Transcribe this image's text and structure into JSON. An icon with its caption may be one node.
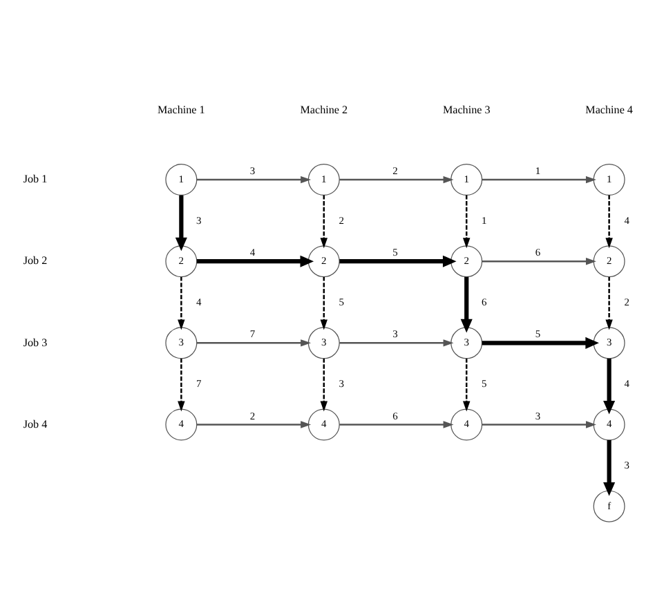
{
  "diagram": {
    "nodes": [
      {
        "text": [
          "1"
        ]
      },
      {
        "text": [
          "1"
        ]
      },
      {
        "text": [
          "1"
        ]
      },
      {
        "text": [
          "1"
        ]
      },
      {
        "text": [
          "2"
        ]
      },
      {
        "text": [
          "2"
        ]
      },
      {
        "text": [
          "2"
        ]
      },
      {
        "text": [
          "2"
        ]
      },
      {
        "text": [
          "3"
        ]
      },
      {
        "text": [
          "3"
        ]
      },
      {
        "text": [
          "3"
        ]
      },
      {
        "text": [
          "3"
        ]
      },
      {
        "text": [
          "4"
        ]
      },
      {
        "text": [
          "4"
        ]
      },
      {
        "text": [
          "4"
        ]
      },
      {
        "text": [
          "4"
        ]
      },
      {
        "text": [
          "f"
        ]
      }
    ],
    "edges": [
      {
        "from": 0,
        "to": 1,
        "arrow": "to",
        "label": "3"
      },
      {
        "from": 1,
        "to": 2,
        "arrow": "to",
        "label": "2"
      },
      {
        "from": 2,
        "to": 3,
        "arrow": "to",
        "label": "1"
      },
      {
        "from": 4,
        "to": 5,
        "arrow": "to",
        "label": "4",
        "style": "thick"
      },
      {
        "from": 5,
        "to": 6,
        "arrow": "to",
        "label": "5",
        "style": "thick"
      },
      {
        "from": 6,
        "to": 7,
        "arrow": "to",
        "label": "6"
      },
      {
        "from": 8,
        "to": 9,
        "arrow": "to",
        "label": "7"
      },
      {
        "from": 9,
        "to": 10,
        "arrow": "to",
        "label": "3"
      },
      {
        "from": 10,
        "to": 11,
        "arrow": "to",
        "label": "5",
        "style": "thick"
      },
      {
        "from": 12,
        "to": 13,
        "arrow": "to",
        "label": "2"
      },
      {
        "from": 13,
        "to": 14,
        "arrow": "to",
        "label": "6"
      },
      {
        "from": 14,
        "to": 15,
        "arrow": "to",
        "label": "3"
      },
      {
        "from": 0,
        "to": 4,
        "arrow": "to",
        "label": "3",
        "style": "thick"
      },
      {
        "from": 4,
        "to": 8,
        "arrow": "to",
        "label": "4",
        "style": "dashed"
      },
      {
        "from": 8,
        "to": 12,
        "arrow": "to",
        "label": "7",
        "style": "dashed"
      },
      {
        "from": 1,
        "to": 5,
        "arrow": "to",
        "label": "2",
        "style": "dashed"
      },
      {
        "from": 5,
        "to": 9,
        "arrow": "to",
        "label": "5",
        "style": "dashed"
      },
      {
        "from": 9,
        "to": 13,
        "arrow": "to",
        "label": "3",
        "style": "dashed"
      },
      {
        "from": 2,
        "to": 6,
        "arrow": "to",
        "label": "1",
        "style": "dashed"
      },
      {
        "from": 6,
        "to": 10,
        "arrow": "to",
        "label": "6",
        "style": "thick"
      },
      {
        "from": 10,
        "to": 14,
        "arrow": "to",
        "label": "5",
        "style": "dashed"
      },
      {
        "from": 3,
        "to": 7,
        "arrow": "to",
        "label": "4",
        "style": "dashed"
      },
      {
        "from": 7,
        "to": 11,
        "arrow": "to",
        "label": "2",
        "style": "dashed"
      },
      {
        "from": 11,
        "to": 15,
        "arrow": "to",
        "label": "4",
        "style": "thick"
      },
      {
        "from": 15,
        "to": 16,
        "arrow": "to",
        "label": "3",
        "style": "thick"
      }
    ],
    "labels": [
      "Machine 1",
      "Machine 2",
      "Machine 3",
      "Machine 4",
      "Job 1",
      "Job 2",
      "Job 3",
      "Job 4"
    ]
  }
}
